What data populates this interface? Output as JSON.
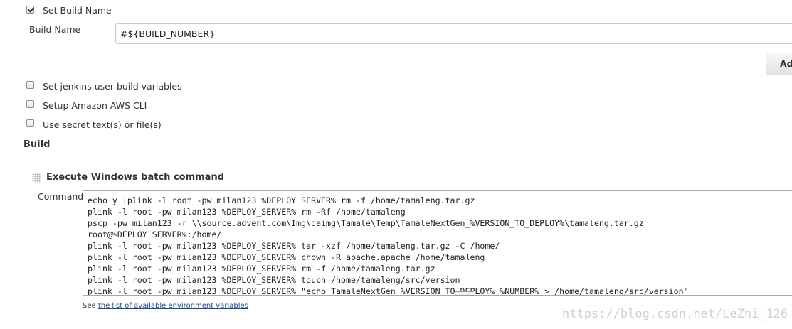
{
  "options": {
    "set_build_name": {
      "label": "Set Build Name",
      "checked": true
    },
    "build_name": {
      "label": "Build Name",
      "value": "#${BUILD_NUMBER}"
    },
    "advanced_button": {
      "label": "Advanced..."
    },
    "set_jenkins_user_build_variables": {
      "label": "Set jenkins user build variables",
      "checked": false
    },
    "setup_amazon_aws_cli": {
      "label": "Setup Amazon AWS CLI",
      "checked": false
    },
    "use_secret_text": {
      "label": "Use secret text(s) or file(s)",
      "checked": false
    }
  },
  "build": {
    "section_title": "Build",
    "step_title": "Execute Windows batch command",
    "command_label": "Command",
    "command_lines": [
      "echo y |plink -l root -pw milan123 %DEPLOY_SERVER% rm -f /home/tamaleng.tar.gz",
      "plink -l root -pw milan123 %DEPLOY_SERVER% rm -Rf /home/tamaleng",
      "pscp -pw milan123 -r \\\\source.advent.com\\Img\\qaimg\\Tamale\\Temp\\TamaleNextGen_%VERSION_TO_DEPLOY%\\tamaleng.tar.gz",
      "root@%DEPLOY_SERVER%:/home/",
      "plink -l root -pw milan123 %DEPLOY_SERVER% tar -xzf /home/tamaleng.tar.gz -C /home/",
      "plink -l root -pw milan123 %DEPLOY_SERVER% chown -R apache.apache /home/tamaleng",
      "plink -l root -pw milan123 %DEPLOY_SERVER% rm -f /home/tamaleng.tar.gz",
      "plink -l root -pw milan123 %DEPLOY_SERVER% touch /home/tamaleng/src/version",
      "plink -l root -pw milan123 %DEPLOY_SERVER% \"echo TamaleNextGen_%VERSION_TO_DEPLOY%_%NUMBER% > /home/tamaleng/src/version\""
    ],
    "env_prefix": "See ",
    "env_link": "the list of available environment variables"
  },
  "watermark": "https://blog.csdn.net/LeZhi_126"
}
